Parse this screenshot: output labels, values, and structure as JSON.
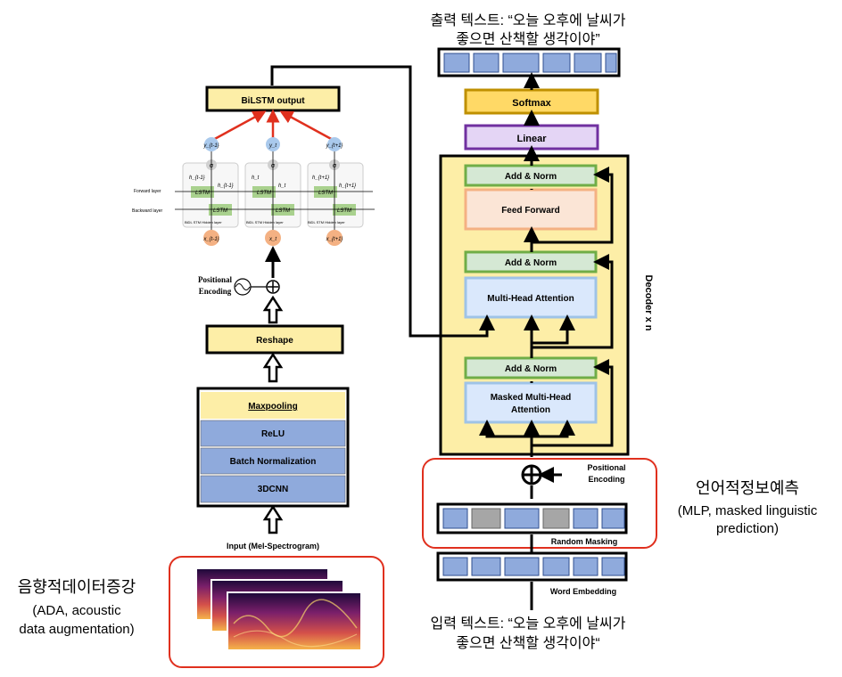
{
  "output_text": {
    "line1": "출력 텍스트: “오늘 오후에 날씨가",
    "line2": "좋으면 산책할 생각이야”"
  },
  "input_text": {
    "line1": "입력 텍스트: “오늘 오후에 날씨가",
    "line2": "좋으면 산책할 생각이야“"
  },
  "bilstm": {
    "output_label": "BiLSTM output",
    "y_labels": [
      "y_{t-1}",
      "y_t",
      "y_{t+1}"
    ],
    "x_labels": [
      "x_{t-1}",
      "x_t",
      "x_{t+1}"
    ],
    "sigma": "σ",
    "lstm": "LSTM",
    "forward_layer": "Forward layer",
    "backward_layer": "Backward layer",
    "hidden_layer": "BiDL STM Hidden layer",
    "h_prev": "h_{t-1}",
    "h_cur": "h_t",
    "h_next": "h_{t+1}"
  },
  "encoder": {
    "positional_encoding_line1": "Positional",
    "positional_encoding_line2": "Encoding",
    "reshape": "Reshape",
    "maxpooling": "Maxpooling",
    "relu": "ReLU",
    "batch_norm": "Batch Normalization",
    "cnn": "3DCNN",
    "input_label": "Input (Mel-Spectrogram)"
  },
  "ada": {
    "title": "음향적데이터증강",
    "line1": "(ADA, acoustic",
    "line2": "data augmentation)"
  },
  "decoder": {
    "softmax": "Softmax",
    "linear": "Linear",
    "add_norm": "Add & Norm",
    "feed_forward": "Feed Forward",
    "multi_head": "Multi-Head Attention",
    "masked_line1": "Masked Multi-Head",
    "masked_line2": "Attention",
    "side_label": "Decoder x n",
    "positional_line1": "Positional",
    "positional_line2": "Encoding",
    "random_masking": "Random Masking",
    "word_embedding": "Word Embedding"
  },
  "mlp": {
    "title": "언어적정보예측",
    "line1": "(MLP, masked linguistic",
    "line2": "prediction)"
  },
  "colors": {
    "yellow": "#fdeea7",
    "blue": "#8faadc",
    "green": "#70ad47",
    "light_green": "#d5e8d4",
    "orange": "#f4b183",
    "peach": "#fbe5d6",
    "light_blue": "#dae8fc",
    "purple": "#7030a0",
    "red": "#e0301e",
    "gray": "#a6a6a6"
  }
}
